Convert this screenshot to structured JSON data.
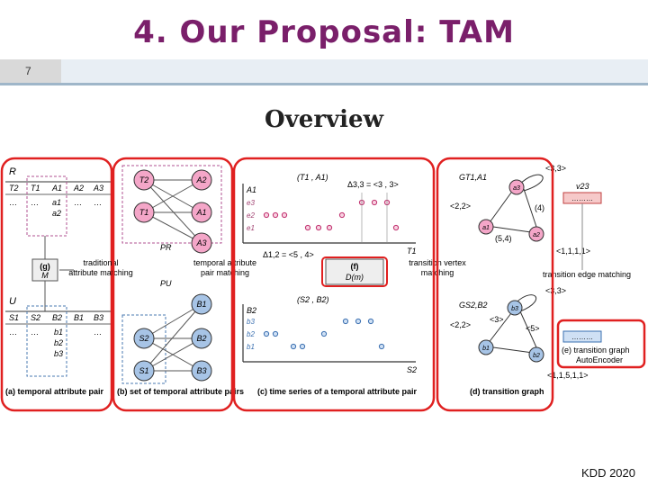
{
  "slide": {
    "title": "4.  Our  Proposal:  TAM",
    "number": "7",
    "subtitle": "Overview",
    "footer": "KDD 2020"
  },
  "panel_a": {
    "caption": "(a) temporal attribute pair",
    "table_r": {
      "name": "R",
      "headers": [
        "T2",
        "T1",
        "A1",
        "A2",
        "A3"
      ],
      "cells": [
        "…",
        "…",
        "a1",
        "a2",
        "…",
        "…"
      ]
    },
    "table_u": {
      "name": "U",
      "headers": [
        "S1",
        "S2",
        "B2",
        "B1",
        "B3"
      ],
      "cells": [
        "…",
        "…",
        "b1",
        "b2",
        "b3",
        "…"
      ]
    },
    "match_label": "(g)",
    "match_symbol": "M"
  },
  "panel_b": {
    "caption": "(b) set of temporal attribute pairs",
    "top_nodes": [
      "T2",
      "T1",
      "A2",
      "A1",
      "A3"
    ],
    "top_label": "PR",
    "bottom_nodes": [
      "S2",
      "S1",
      "B1",
      "B2",
      "B3"
    ],
    "bottom_label": "PU",
    "traditional_label_1": "traditional",
    "traditional_label_2": "attribute matching",
    "temporal_label_1": "temporal attribute",
    "temporal_label_2": "pair matching"
  },
  "panel_c": {
    "caption": "(c) time series of a temporal attribute pair",
    "top_pair": "(T1 , A1)",
    "top_delta": "Δ3,3 = <3 , 3>",
    "top_delta2": "Δ1,2 = <5 , 4>",
    "top_axis_y": "A1",
    "top_axis_x": "T1",
    "top_rows": [
      "e3",
      "e2",
      "e1"
    ],
    "bottom_pair": "(S2 , B2)",
    "bottom_axis_y": "B2",
    "bottom_axis_x": "S2",
    "bottom_rows": [
      "b3",
      "b2",
      "b1"
    ],
    "f_label": "(f)",
    "f_symbol": "D(m)",
    "transition_label_1": "transition vertex",
    "transition_label_2": "matching"
  },
  "panel_d": {
    "caption": "(d) transition graph",
    "graph_top": "GT1,A1",
    "graph_bottom": "GS2,B2",
    "top_edges": [
      "<3,3>",
      "<2,2>",
      "(4)",
      "(5,4)",
      "<1,1,1,1>"
    ],
    "bottom_edges": [
      "<3,3>",
      "<2,2>",
      "<3>",
      "<5>",
      "<1,1,5,1,1>"
    ],
    "top_nodes": [
      "a3",
      "a1",
      "a2"
    ],
    "bottom_nodes": [
      "b3",
      "b1",
      "b2"
    ],
    "vector_label": "v23",
    "vector_dots": "………",
    "edge_matching": "transition edge matching",
    "autoencoder_1": "(e) transition graph",
    "autoencoder_2": "AutoEncoder"
  },
  "colors": {
    "title": "#7a1f6a",
    "highlight_box": "#e02020",
    "pink_node": "#f4a6c8",
    "blue_node": "#a7c4e6",
    "pink_dot": "#c0306e",
    "blue_dot": "#3a6fb0"
  }
}
